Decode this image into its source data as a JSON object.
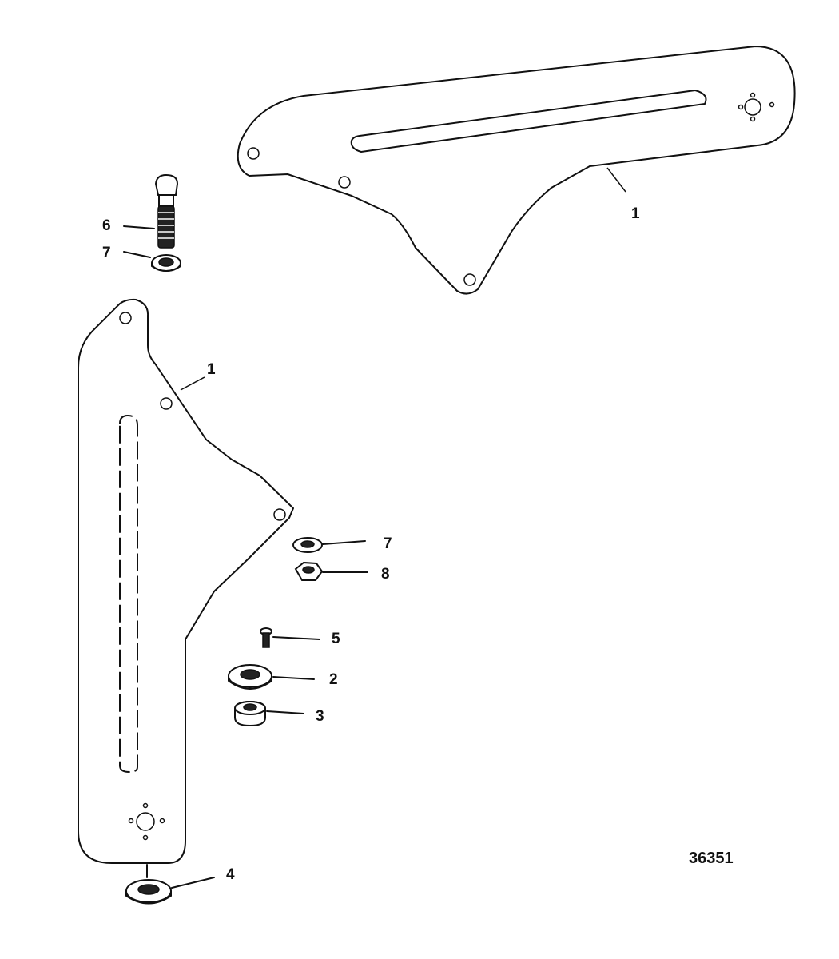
{
  "callouts": {
    "upper_bracket": "1",
    "lower_bracket": "1",
    "bolt": "6",
    "washer_top": "7",
    "washer_mid": "7",
    "nut": "8",
    "screw": "5",
    "grommet": "2",
    "bushing": "3",
    "bottom_nut": "4"
  },
  "figure_number": "36351"
}
